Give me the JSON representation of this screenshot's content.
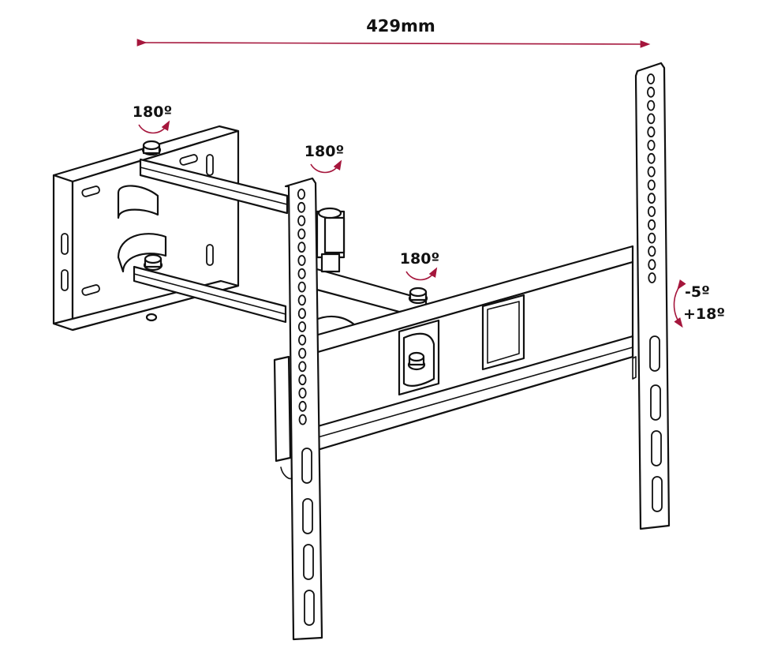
{
  "colors": {
    "accent": "#a5163c",
    "line": "#111111"
  },
  "labels": {
    "width": "429mm",
    "rot_wall": "180º",
    "rot_mid": "180º",
    "rot_tv": "180º",
    "tilt_up": "-5º",
    "tilt_down": "+18º"
  }
}
